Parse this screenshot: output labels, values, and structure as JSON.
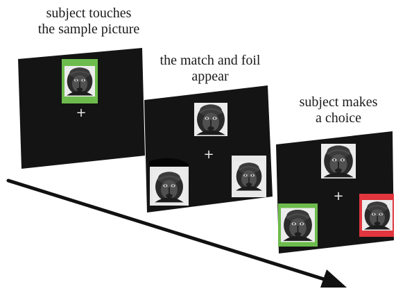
{
  "captions": {
    "step1": [
      "subject touches",
      "the sample picture"
    ],
    "step2": [
      "the match and foil",
      "appear"
    ],
    "step3": [
      "subject makes",
      "a choice"
    ]
  },
  "screens": {
    "step1": {
      "sample_border": "green",
      "cross": "+"
    },
    "step2": {
      "cross": "+",
      "shows": [
        "sample",
        "match",
        "foil"
      ]
    },
    "step3": {
      "cross": "+",
      "match_border": "green",
      "foil_border": "red"
    }
  },
  "colors": {
    "screen": "#141414",
    "correct": "#6dbb4d",
    "wrong": "#e1363d",
    "arrow": "#111111",
    "cross": "#e8e8e8"
  },
  "icons": {
    "photo": "monkey-photo-icon",
    "arrow": "time-arrow-icon"
  }
}
